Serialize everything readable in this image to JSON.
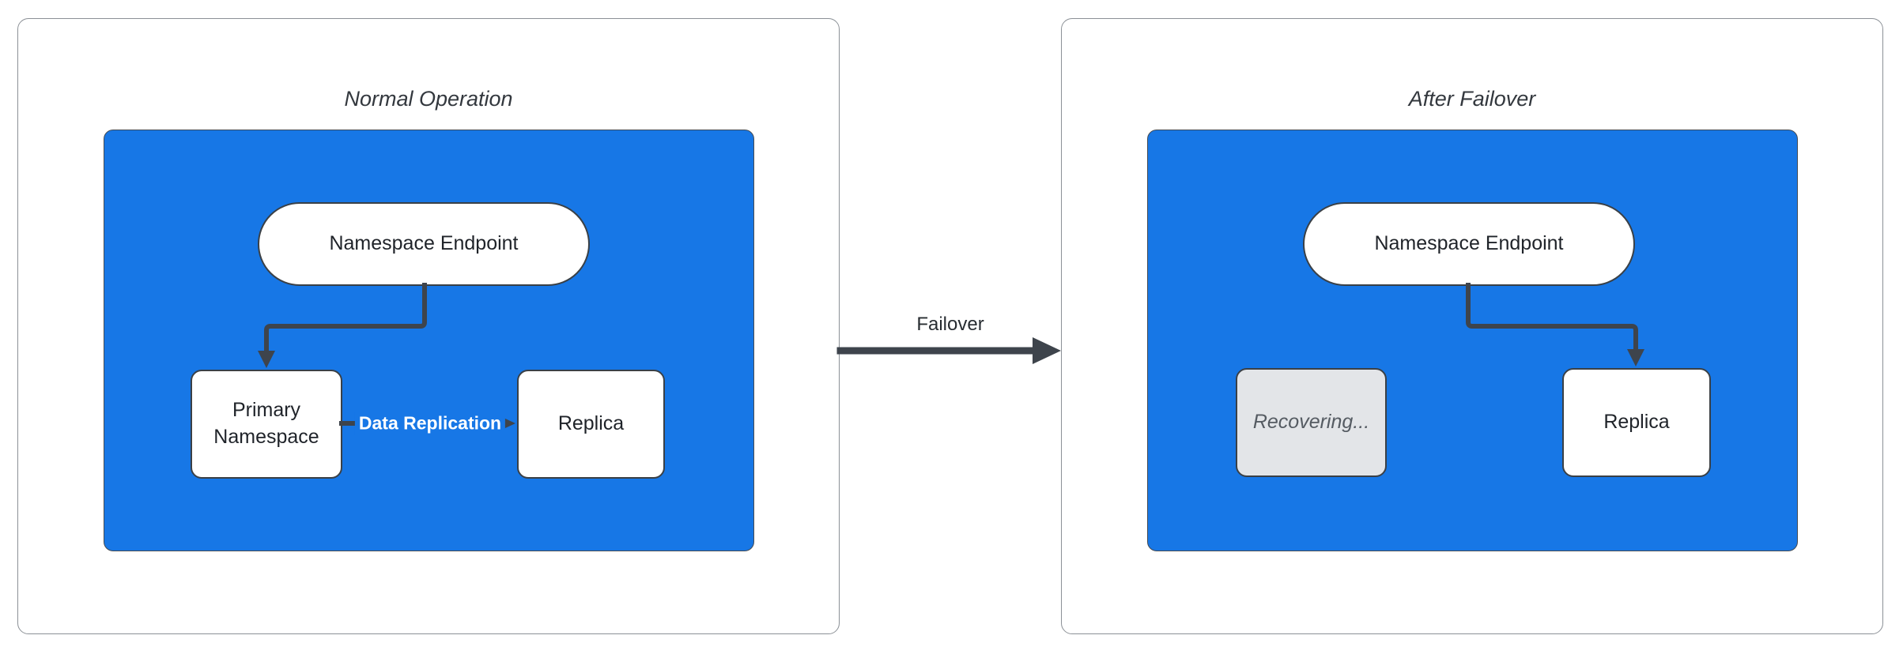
{
  "colors": {
    "blue": "#1777E6",
    "arrow": "#3E444C",
    "nodeBorder": "#3A4046",
    "nodeText": "#1F2329",
    "panelBorder": "#8B9096",
    "titleText": "#33383E",
    "recoveringFill": "#E3E5E8",
    "recoveringText": "#555B62",
    "labelOnArrow": "#FFFFFF",
    "canvasBg": "#FFFFFF"
  },
  "left_panel": {
    "title": "Normal Operation",
    "endpoint_label": "Namespace Endpoint",
    "primary_label": "Primary Namespace",
    "replica_label": "Replica",
    "replication_label": "Data Replication"
  },
  "failover_label": "Failover",
  "right_panel": {
    "title": "After Failover",
    "endpoint_label": "Namespace Endpoint",
    "recovering_label": "Recovering...",
    "replica_label": "Replica"
  }
}
